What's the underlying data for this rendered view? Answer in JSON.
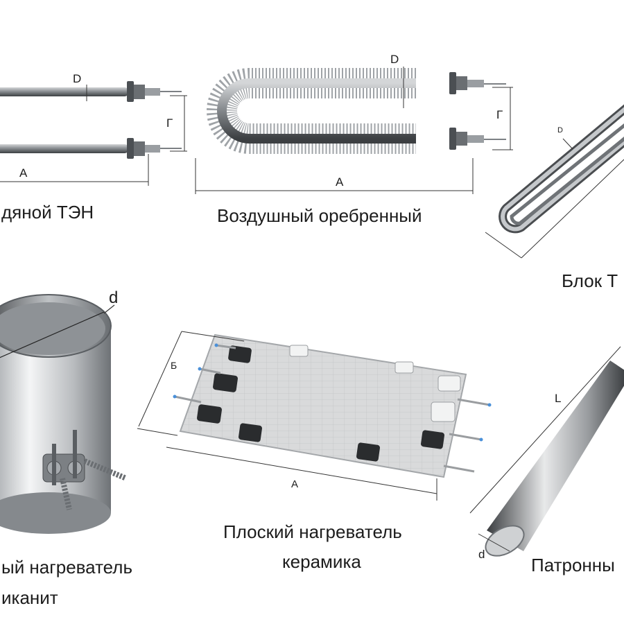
{
  "products": [
    {
      "id": "water",
      "caption": "дяной ТЭН",
      "dimensions": {
        "diameter": "D",
        "width": "Г",
        "length": "А"
      }
    },
    {
      "id": "finned",
      "caption": "Воздушный оребренный",
      "dimensions": {
        "diameter": "D",
        "width": "Г",
        "length": "А"
      }
    },
    {
      "id": "block",
      "caption": "Блок Т",
      "dimensions": {
        "diameter": "D"
      }
    },
    {
      "id": "band",
      "caption_line1": "ый нагреватель",
      "caption_line2": "иканит",
      "dimensions": {
        "diameter": "d"
      }
    },
    {
      "id": "flat",
      "caption_line1": "Плоский нагреватель",
      "caption_line2": "керамика",
      "dimensions": {
        "width": "Б",
        "length": "А"
      }
    },
    {
      "id": "cartridge",
      "caption": "Патронны",
      "dimensions": {
        "length": "L",
        "diameter": "d"
      }
    }
  ],
  "colors": {
    "metal_dark": "#5b5f63",
    "metal_light": "#c9ccce",
    "plate": "#d8d9da",
    "text": "#1c1c1c"
  }
}
